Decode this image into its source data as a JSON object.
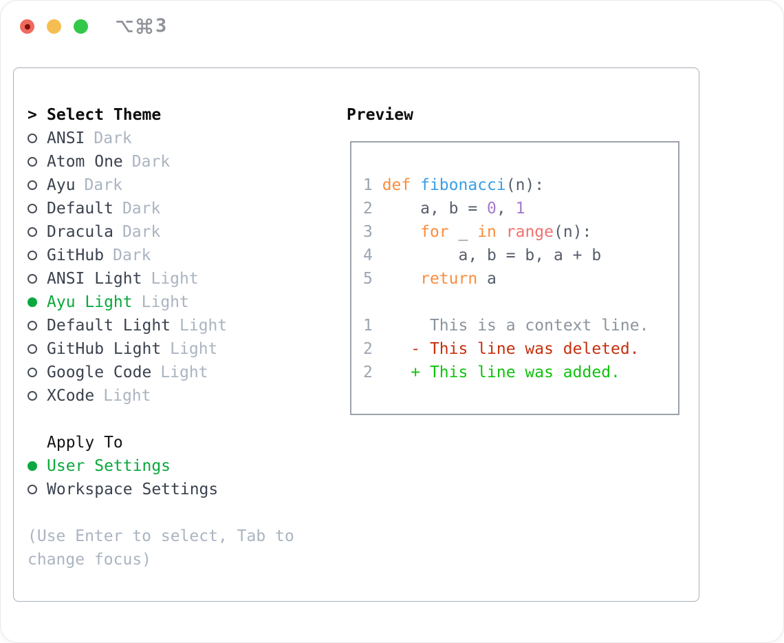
{
  "titlebar": {
    "shortcut": "⌥⌘3",
    "digit": "3"
  },
  "theme_colors": {
    "green": "#0aa83e",
    "add_green": "#10c20e",
    "del_red": "#c5300d",
    "keyword_orange": "#fa8d3e",
    "function_blue": "#399ee6",
    "constant_purple": "#a37acc",
    "call_salmon": "#f07171",
    "code_text": "#565e6b",
    "line_number": "#9aa5b3",
    "context_gray": "#8b949e",
    "text": "#3b424e",
    "heading": "#0d0d0d",
    "muted": "#aab4c1",
    "panel_border": "#a7aeb8",
    "box_border": "#9aa2ac",
    "title_gray": "#8f9298",
    "traffic_red": "#f0695d",
    "traffic_red_dot": "#7f1007",
    "traffic_yellow": "#f6be50",
    "traffic_green": "#34c84a"
  },
  "left_panel": {
    "header": {
      "prefix": ">",
      "label": "Select Theme"
    },
    "themes": [
      {
        "name": "ANSI",
        "variant": "Dark",
        "selected": false
      },
      {
        "name": "Atom One",
        "variant": "Dark",
        "selected": false
      },
      {
        "name": "Ayu",
        "variant": "Dark",
        "selected": false
      },
      {
        "name": "Default",
        "variant": "Dark",
        "selected": false
      },
      {
        "name": "Dracula",
        "variant": "Dark",
        "selected": false
      },
      {
        "name": "GitHub",
        "variant": "Dark",
        "selected": false
      },
      {
        "name": "ANSI Light",
        "variant": "Light",
        "selected": false
      },
      {
        "name": "Ayu Light",
        "variant": "Light",
        "selected": true
      },
      {
        "name": "Default Light",
        "variant": "Light",
        "selected": false
      },
      {
        "name": "GitHub Light",
        "variant": "Light",
        "selected": false
      },
      {
        "name": "Google Code",
        "variant": "Light",
        "selected": false
      },
      {
        "name": "XCode",
        "variant": "Light",
        "selected": false
      }
    ],
    "apply_to": {
      "label": "Apply To",
      "options": [
        {
          "label": "User Settings",
          "selected": true
        },
        {
          "label": "Workspace Settings",
          "selected": false
        }
      ]
    },
    "hint_lines": [
      "(Use Enter to select, Tab to",
      "change focus)"
    ]
  },
  "preview": {
    "header": "Preview",
    "lines": [
      [
        {
          "t": "1 ",
          "c": "ln"
        },
        {
          "t": "def",
          "c": "kw"
        },
        {
          "t": " ",
          "c": "code"
        },
        {
          "t": "fibonacci",
          "c": "fn"
        },
        {
          "t": "(n):",
          "c": "code"
        }
      ],
      [
        {
          "t": "2 ",
          "c": "ln"
        },
        {
          "t": "    a, b = ",
          "c": "code"
        },
        {
          "t": "0",
          "c": "const"
        },
        {
          "t": ", ",
          "c": "code"
        },
        {
          "t": "1",
          "c": "const"
        }
      ],
      [
        {
          "t": "3 ",
          "c": "ln"
        },
        {
          "t": "    ",
          "c": "code"
        },
        {
          "t": "for",
          "c": "kw"
        },
        {
          "t": " _ ",
          "c": "code"
        },
        {
          "t": "in",
          "c": "kw"
        },
        {
          "t": " ",
          "c": "code"
        },
        {
          "t": "range",
          "c": "call"
        },
        {
          "t": "(n):",
          "c": "code"
        }
      ],
      [
        {
          "t": "4 ",
          "c": "ln"
        },
        {
          "t": "        a, b = b, a + b",
          "c": "code"
        }
      ],
      [
        {
          "t": "5 ",
          "c": "ln"
        },
        {
          "t": "    ",
          "c": "code"
        },
        {
          "t": "return",
          "c": "kw"
        },
        {
          "t": " a",
          "c": "code"
        }
      ],
      [],
      [
        {
          "t": "1",
          "c": "ln"
        },
        {
          "t": "      ",
          "c": "code"
        },
        {
          "t": "This is a context line.",
          "c": "ctx"
        }
      ],
      [
        {
          "t": "2",
          "c": "ln"
        },
        {
          "t": "    ",
          "c": "code"
        },
        {
          "t": "- This line was deleted.",
          "c": "del"
        }
      ],
      [
        {
          "t": "2",
          "c": "ln"
        },
        {
          "t": "    ",
          "c": "code"
        },
        {
          "t": "+ This line was added.",
          "c": "add"
        }
      ]
    ]
  }
}
